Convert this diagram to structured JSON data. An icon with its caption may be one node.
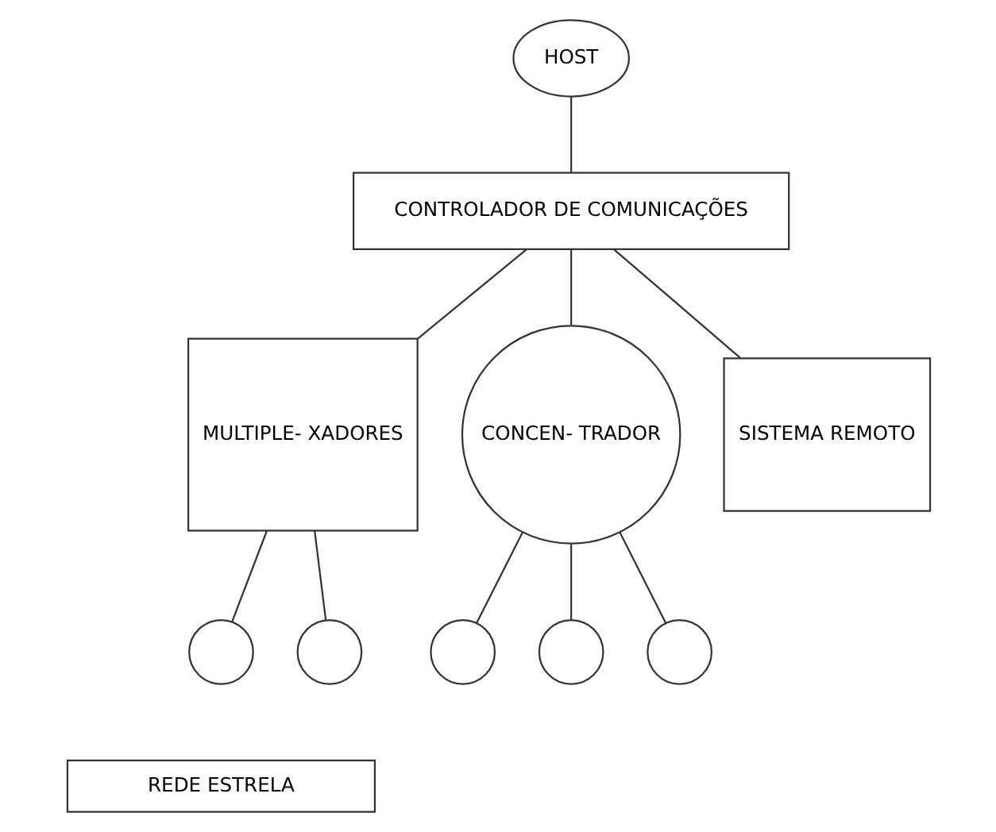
{
  "diagram": {
    "nodes": [
      {
        "text": [
          "HOST"
        ]
      },
      {
        "text": [
          "CONTROLADOR DE COMUNICAÇÕES"
        ]
      },
      {
        "text": [
          "MULTIPLE- XADORES"
        ]
      },
      {
        "text": [
          "CONCEN- TRADOR"
        ]
      },
      {
        "text": [
          "SISTEMA REMOTO"
        ]
      },
      {
        "text": [],
        "shape": "circle"
      },
      {
        "text": [],
        "shape": "circle"
      },
      {
        "text": [],
        "shape": "circle"
      },
      {
        "text": [],
        "shape": "circle"
      },
      {
        "text": [],
        "shape": "circle"
      },
      {
        "text": [
          "REDE ESTRELA"
        ]
      }
    ],
    "edges": [
      {
        "from": 0,
        "to": 1,
        "arrow": "none"
      },
      {
        "from": 1,
        "to": 2,
        "arrow": "none"
      },
      {
        "from": 1,
        "to": 3,
        "arrow": "none"
      },
      {
        "from": 1,
        "to": 4,
        "arrow": "none"
      },
      {
        "from": 2,
        "to": 5,
        "arrow": "none"
      },
      {
        "from": 2,
        "to": 6,
        "arrow": "none"
      },
      {
        "from": 3,
        "to": 7,
        "arrow": "none"
      },
      {
        "from": 3,
        "to": 8,
        "arrow": "none"
      },
      {
        "from": 3,
        "to": 9,
        "arrow": "none"
      }
    ]
  }
}
